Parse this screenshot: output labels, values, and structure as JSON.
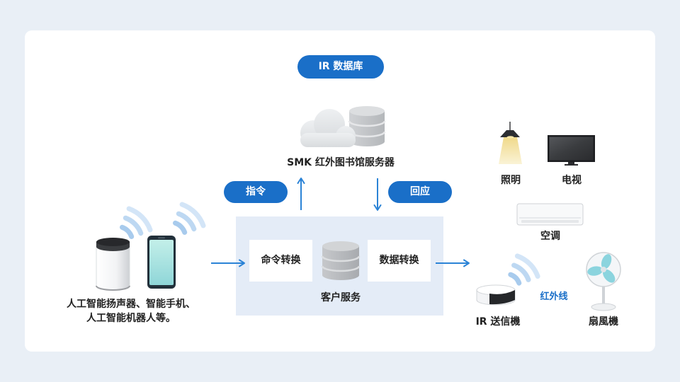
{
  "database_pill": {
    "label": "IR 数据库"
  },
  "server": {
    "label": "SMK 红外图书馆服务器"
  },
  "flow": {
    "command_label": "指令",
    "response_label": "回应"
  },
  "client_service": {
    "label": "客户服务",
    "command_conversion": "命令转换",
    "data_conversion": "数据转换"
  },
  "input_devices": {
    "caption_lines": [
      "人工智能扬声器、智能手机、",
      "人工智能机器人等。"
    ]
  },
  "appliances": {
    "lighting": "照明",
    "tv": "电视",
    "air_conditioner": "空调",
    "fan": "扇風機"
  },
  "transmitter": {
    "label": "IR 送信機",
    "signal_label": "红外线"
  },
  "colors": {
    "accent": "#1a6fc8",
    "arrow": "#2b83d6",
    "background": "#e9eff6",
    "client_box": "#e4ecf7"
  }
}
